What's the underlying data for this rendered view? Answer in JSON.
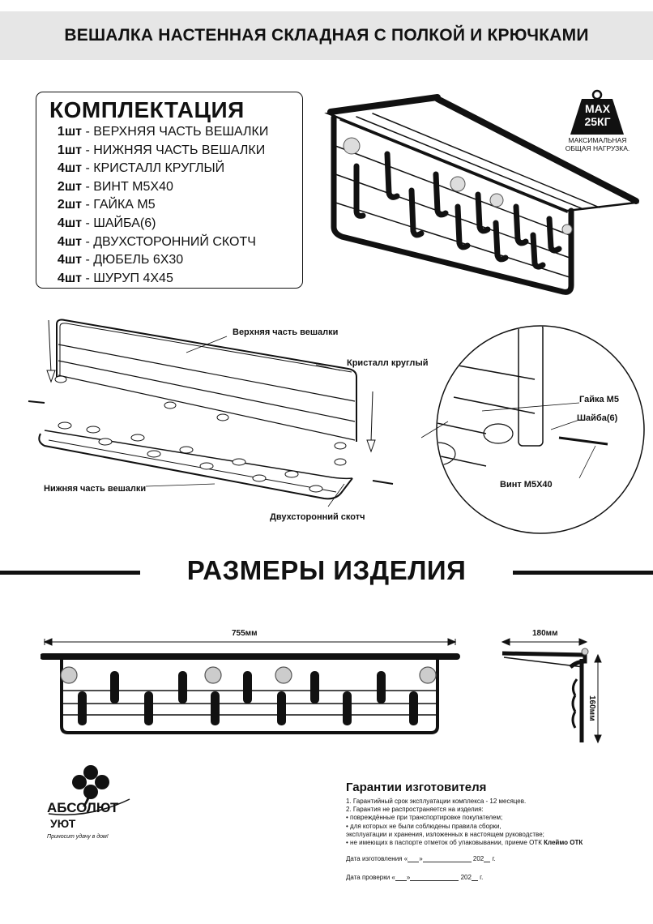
{
  "header": {
    "title": "ВЕШАЛКА НАСТЕННАЯ СКЛАДНАЯ С ПОЛКОЙ И КРЮЧКАМИ"
  },
  "kit": {
    "title": "КОМПЛЕКТАЦИЯ",
    "items": [
      {
        "qty": "1шт",
        "name": " - ВЕРХНЯЯ ЧАСТЬ ВЕШАЛКИ"
      },
      {
        "qty": "1шт",
        "name": " - НИЖНЯЯ ЧАСТЬ ВЕШАЛКИ"
      },
      {
        "qty": "4шт",
        "name": " - КРИСТАЛЛ КРУГЛЫЙ"
      },
      {
        "qty": "2шт",
        "name": " - ВИНТ М5Х40"
      },
      {
        "qty": "2шт",
        "name": " - ГАЙКА М5"
      },
      {
        "qty": "4шт",
        "name": " - ШАЙБА(6)"
      },
      {
        "qty": "4шт",
        "name": " - ДВУХСТОРОННИЙ СКОТЧ"
      },
      {
        "qty": "4шт",
        "name": " - ДЮБЕЛЬ 6Х30"
      },
      {
        "qty": "4шт",
        "name": " - ШУРУП 4Х45"
      }
    ]
  },
  "max_load": {
    "max": "MAX",
    "weight": "25КГ",
    "caption_1": "МАКСИМАЛЬНАЯ",
    "caption_2": "ОБЩАЯ НАГРУЗКА."
  },
  "assembly": {
    "upper": "Верхняя часть вешалки",
    "crystal": "Кристалл круглый",
    "lower": "Нижняя часть вешалки",
    "tape": "Двухсторонний скотч",
    "nut": "Гайка М5",
    "washer": "Шайба(6)",
    "screw": "Винт М5Х40"
  },
  "sizes": {
    "title": "РАЗМЕРЫ ИЗДЕЛИЯ",
    "width": "755мм",
    "depth": "180мм",
    "height": "160мм"
  },
  "brand": {
    "name": "АБСОЛЮТ",
    "name2": "УЮТ",
    "slogan": "Приносит удачу в дом!"
  },
  "warranty": {
    "title": "Гарантии изготовителя",
    "lines": [
      "1. Гарантийный срок эксплуатации комплекса - 12 месяцев.",
      "2. Гарантия не распространяется на изделия:",
      "•   повреждённые при транспортировке покупателем;",
      "•   для которых не были соблюдены правила сборки,",
      "     эксплуатации и хранения, изложенных в настоящем руководстве;",
      "•   не имеющих в паспорте отметок об упаковывании, приеме ОТК"
    ],
    "stamp": "Клеймо ОТК",
    "made_label": "Дата изготовления «",
    "check_label": "Дата проверки «",
    "quote_close": "»",
    "year": "202",
    "year_suffix": "г."
  }
}
